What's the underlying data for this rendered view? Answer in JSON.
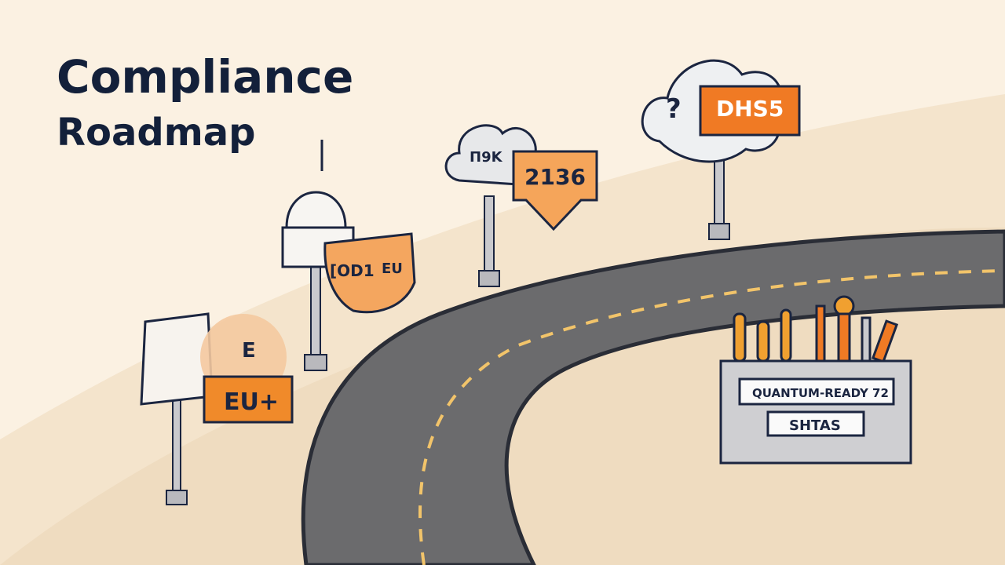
{
  "title": {
    "line1": "Compliance",
    "line2": "Roadmap"
  },
  "signs": {
    "eu_badge": "EU+",
    "eu_small": "E",
    "capitol_shield_left": "[OD1",
    "capitol_shield_right": "EU",
    "cloud_small": "Π9K",
    "arrow_sign": "2136",
    "cloud_big_sign": "DHS5",
    "cloud_big_question": "?"
  },
  "toolbox": {
    "label1": "QUANTUM-READY 72",
    "label2": "SHTAS"
  },
  "colors": {
    "background": "#fbf1e2",
    "road": "#6b6b6d",
    "accent": "#f08a2a",
    "ink": "#13203a"
  }
}
